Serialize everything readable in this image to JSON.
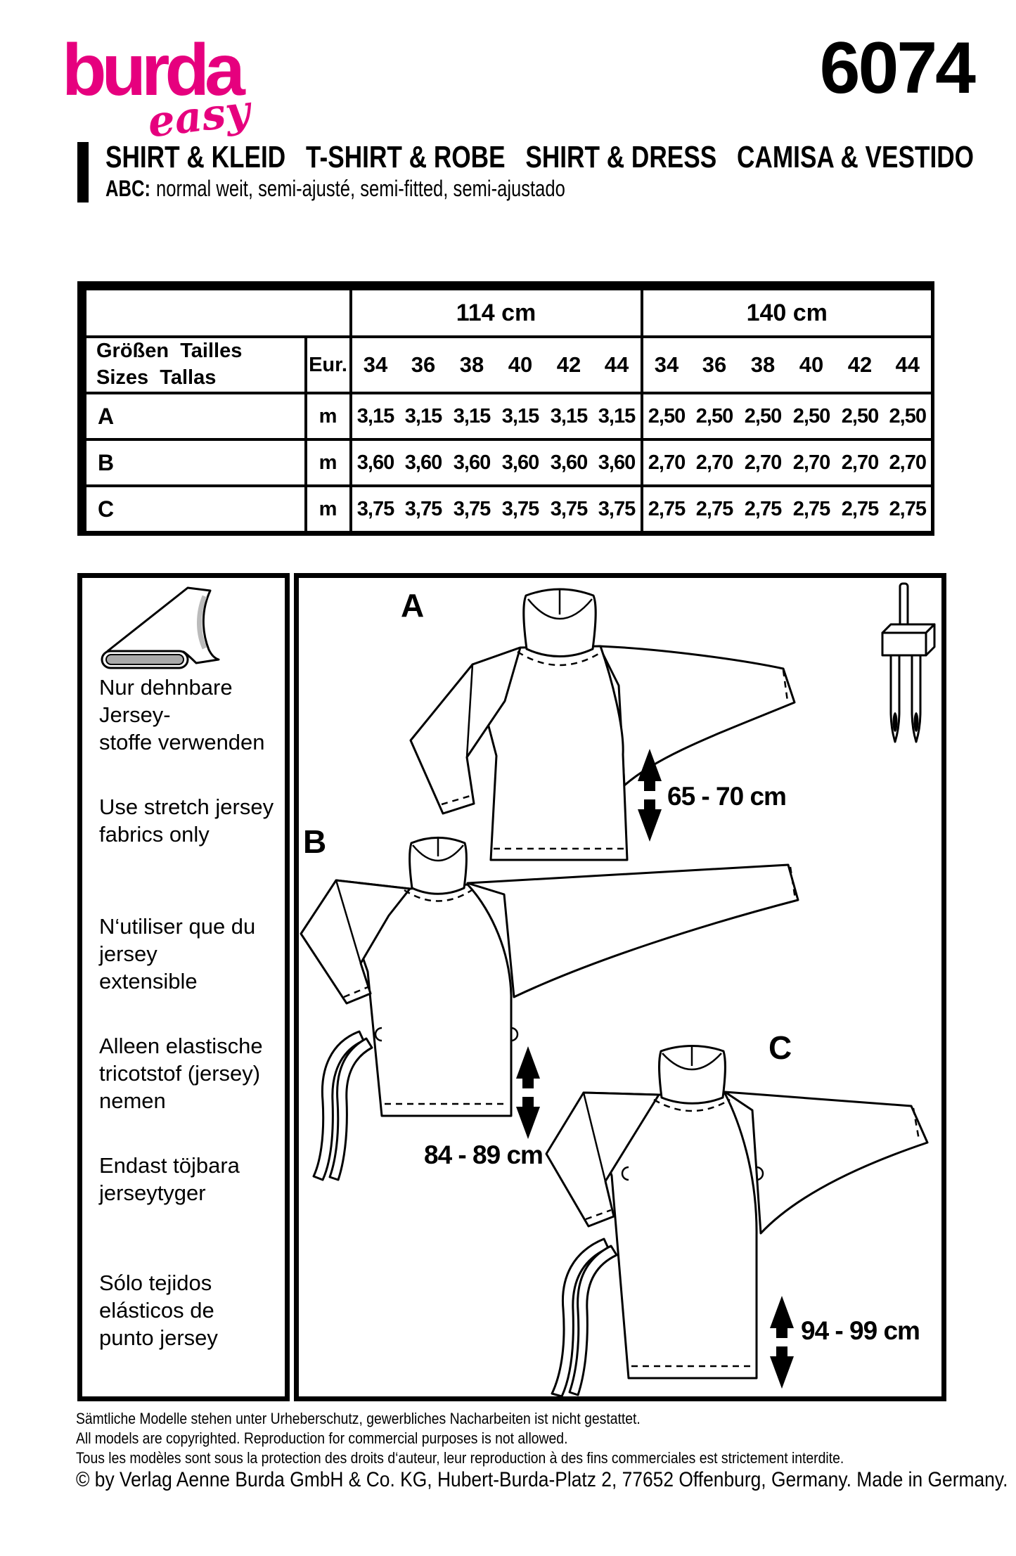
{
  "header": {
    "brand": "burda",
    "brand_script": "easy",
    "pattern_number": "6074"
  },
  "title": {
    "names": [
      "SHIRT & KLEID",
      "T-SHIRT & ROBE",
      "SHIRT & DRESS",
      "CAMISA & VESTIDO"
    ],
    "fit_label": "ABC:",
    "fit_text": "normal weit, semi-ajusté, semi-fitted, semi-ajustado"
  },
  "fabric_table": {
    "group_headers": [
      "114 cm",
      "140 cm"
    ],
    "corner": "Größen  Tailles\nSizes  Tallas",
    "eur_label": "Eur.",
    "sizes": [
      "34",
      "36",
      "38",
      "40",
      "42",
      "44"
    ],
    "unit": "m",
    "rows": [
      {
        "view": "A",
        "values_114": [
          "3,15",
          "3,15",
          "3,15",
          "3,15",
          "3,15",
          "3,15"
        ],
        "values_140": [
          "2,50",
          "2,50",
          "2,50",
          "2,50",
          "2,50",
          "2,50"
        ]
      },
      {
        "view": "B",
        "values_114": [
          "3,60",
          "3,60",
          "3,60",
          "3,60",
          "3,60",
          "3,60"
        ],
        "values_140": [
          "2,70",
          "2,70",
          "2,70",
          "2,70",
          "2,70",
          "2,70"
        ]
      },
      {
        "view": "C",
        "values_114": [
          "3,75",
          "3,75",
          "3,75",
          "3,75",
          "3,75",
          "3,75"
        ],
        "values_140": [
          "2,75",
          "2,75",
          "2,75",
          "2,75",
          "2,75",
          "2,75"
        ]
      }
    ]
  },
  "sidebar": {
    "notes": [
      "Nur dehnbare Jersey-\nstoffe verwenden",
      "Use stretch jersey\nfabrics only",
      "N‘utiliser que du jersey\nextensible",
      "Alleen elastische\ntricotstof (jersey) nemen",
      "Endast töjbara\njerseytyger",
      "Sólo tejidos elásticos de\npunto jersey"
    ],
    "icon": "fabric-bolt-icon"
  },
  "diagram": {
    "views": [
      {
        "label": "A",
        "length": "65 - 70 cm"
      },
      {
        "label": "B",
        "length": "84 - 89 cm"
      },
      {
        "label": "C",
        "length": "94 - 99 cm"
      }
    ],
    "icon": "twin-needle-icon"
  },
  "footer": {
    "lines": [
      "Sämtliche Modelle stehen unter Urheberschutz, gewerbliches Nacharbeiten ist nicht gestattet.",
      "All models are copyrighted. Reproduction for commercial purposes is not allowed.",
      "Tous les modèles sont sous la protection des droits d‘auteur, leur reproduction à des fins commerciales est strictement interdite."
    ],
    "copyright": "© by Verlag Aenne Burda GmbH & Co. KG, Hubert-Burda-Platz 2, 77652 Offenburg, Germany. Made in Germany."
  },
  "colors": {
    "brand_magenta": "#e6007e",
    "ink": "#000000",
    "roll_gray": "#a9a9a9"
  }
}
